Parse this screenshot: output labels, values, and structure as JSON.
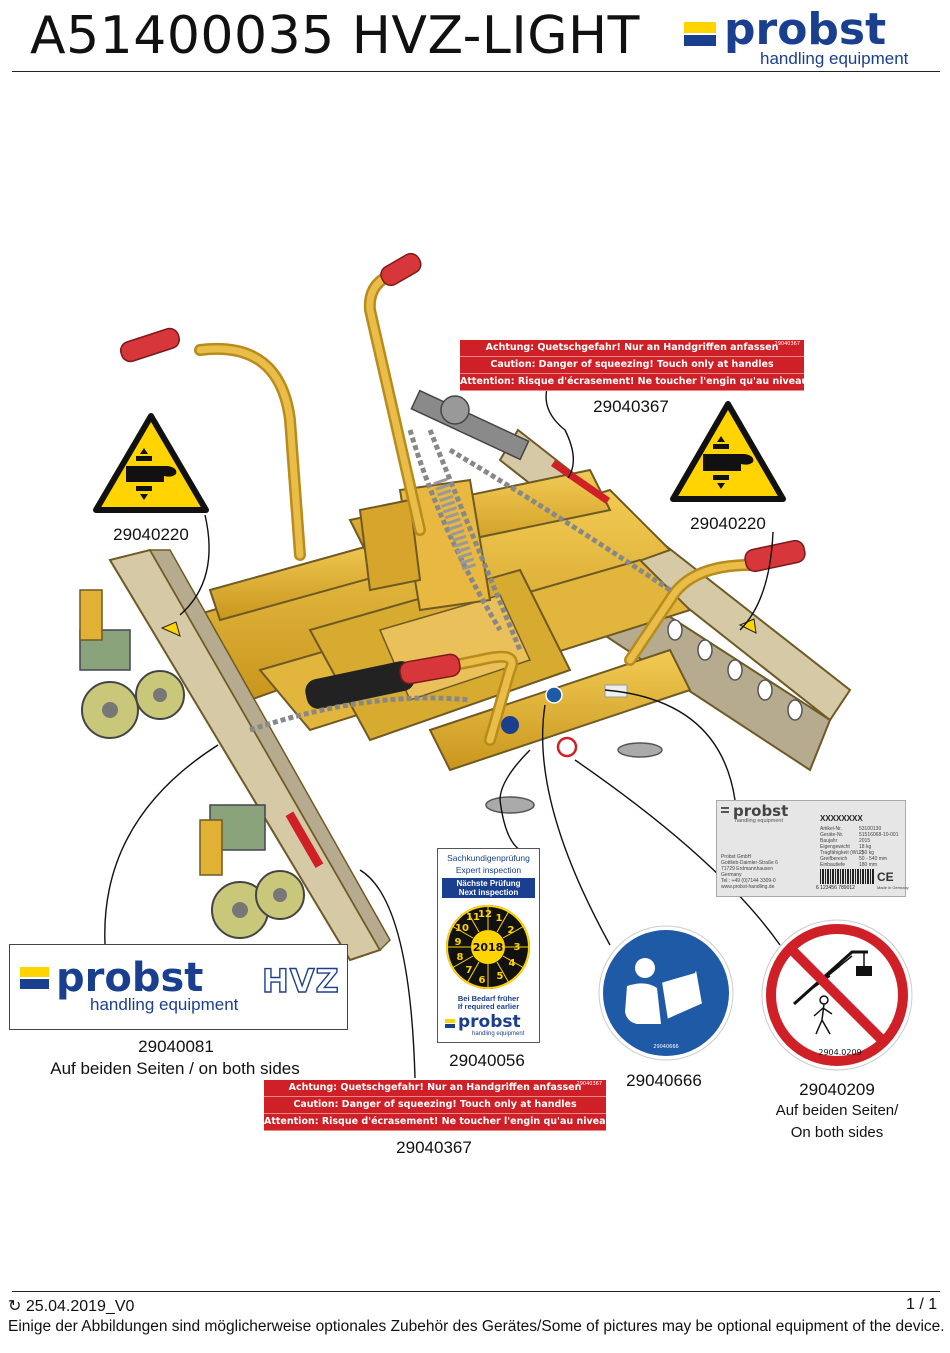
{
  "header": {
    "title": "A51400035 HVZ-LIGHT",
    "logo_word": "probst",
    "logo_subtitle": "handling equipment"
  },
  "colors": {
    "brand_blue": "#1b3f8f",
    "brand_yellow": "#ffd400",
    "warning_red": "#cf2027",
    "mandatory_blue": "#1f5aa6"
  },
  "stickers": {
    "warning_text_lines": [
      "Achtung: Quetschgefahr! Nur an Handgriffen anfassen",
      "Caution: Danger of squeezing! Touch only at handles",
      "Attention: Risque d'écrasement! Ne toucher l'engin qu'au niveau des poignées"
    ],
    "warning_small_code": "29040367",
    "top_label_number": "29040367",
    "bottom_label_number": "29040367",
    "squeeze_left_number": "29040220",
    "squeeze_right_number": "29040220",
    "hvz_brand": "HVZ",
    "hvz_number": "29040081",
    "hvz_note": "Auf beiden Seiten / on both sides",
    "inspection": {
      "title_de": "Sachkundigenprüfung",
      "title_en": "Expert inspection",
      "next_de": "Nächste Prüfung",
      "next_en": "Next inspection",
      "year": "2018",
      "months": [
        "1",
        "2",
        "3",
        "4",
        "5",
        "6",
        "7",
        "8",
        "9",
        "10",
        "11",
        "12"
      ],
      "earlier_de": "Bei Bedarf früher",
      "earlier_en": "If required earlier",
      "number": "29040056"
    },
    "manual_icon_code": "29040666",
    "manual_number": "29040666",
    "prohibition_code": "2904.0209",
    "prohibition_number": "29040209",
    "prohibition_note_1": "Auf beiden Seiten/",
    "prohibition_note_2": "On both sides",
    "type_plate": {
      "serial": "XXXXXXXX",
      "labels": [
        "Artikel-Nr.",
        "Geräte-Nr.",
        "Baujahr",
        "Eigengewicht",
        "Tragfähigkeit (WLL)",
        "Greifbereich",
        "Einbautiefe"
      ],
      "values": [
        "53100130",
        "51516068-10-001",
        "2015",
        "18 kg",
        "250 kg",
        "50 - 540 mm",
        "180 mm"
      ],
      "address": [
        "Probst GmbH",
        "Gottlieb-Daimler-Straße 6",
        "71729 Erdmannhausen",
        "Germany",
        "Tel.: +49 (0)7144 3309-0",
        "www.probst-handling.de"
      ],
      "barcode_digits": "6 123456 789012",
      "ce": "CE",
      "made_in": "Made in Germany"
    }
  },
  "footer": {
    "revision_icon": "revision-icon",
    "date": "25.04.2019_V0",
    "page": "1 / 1",
    "note": "Einige der Abbildungen sind möglicherweise optionales Zubehör des Gerätes/Some of pictures may be optional equipment of the device."
  }
}
